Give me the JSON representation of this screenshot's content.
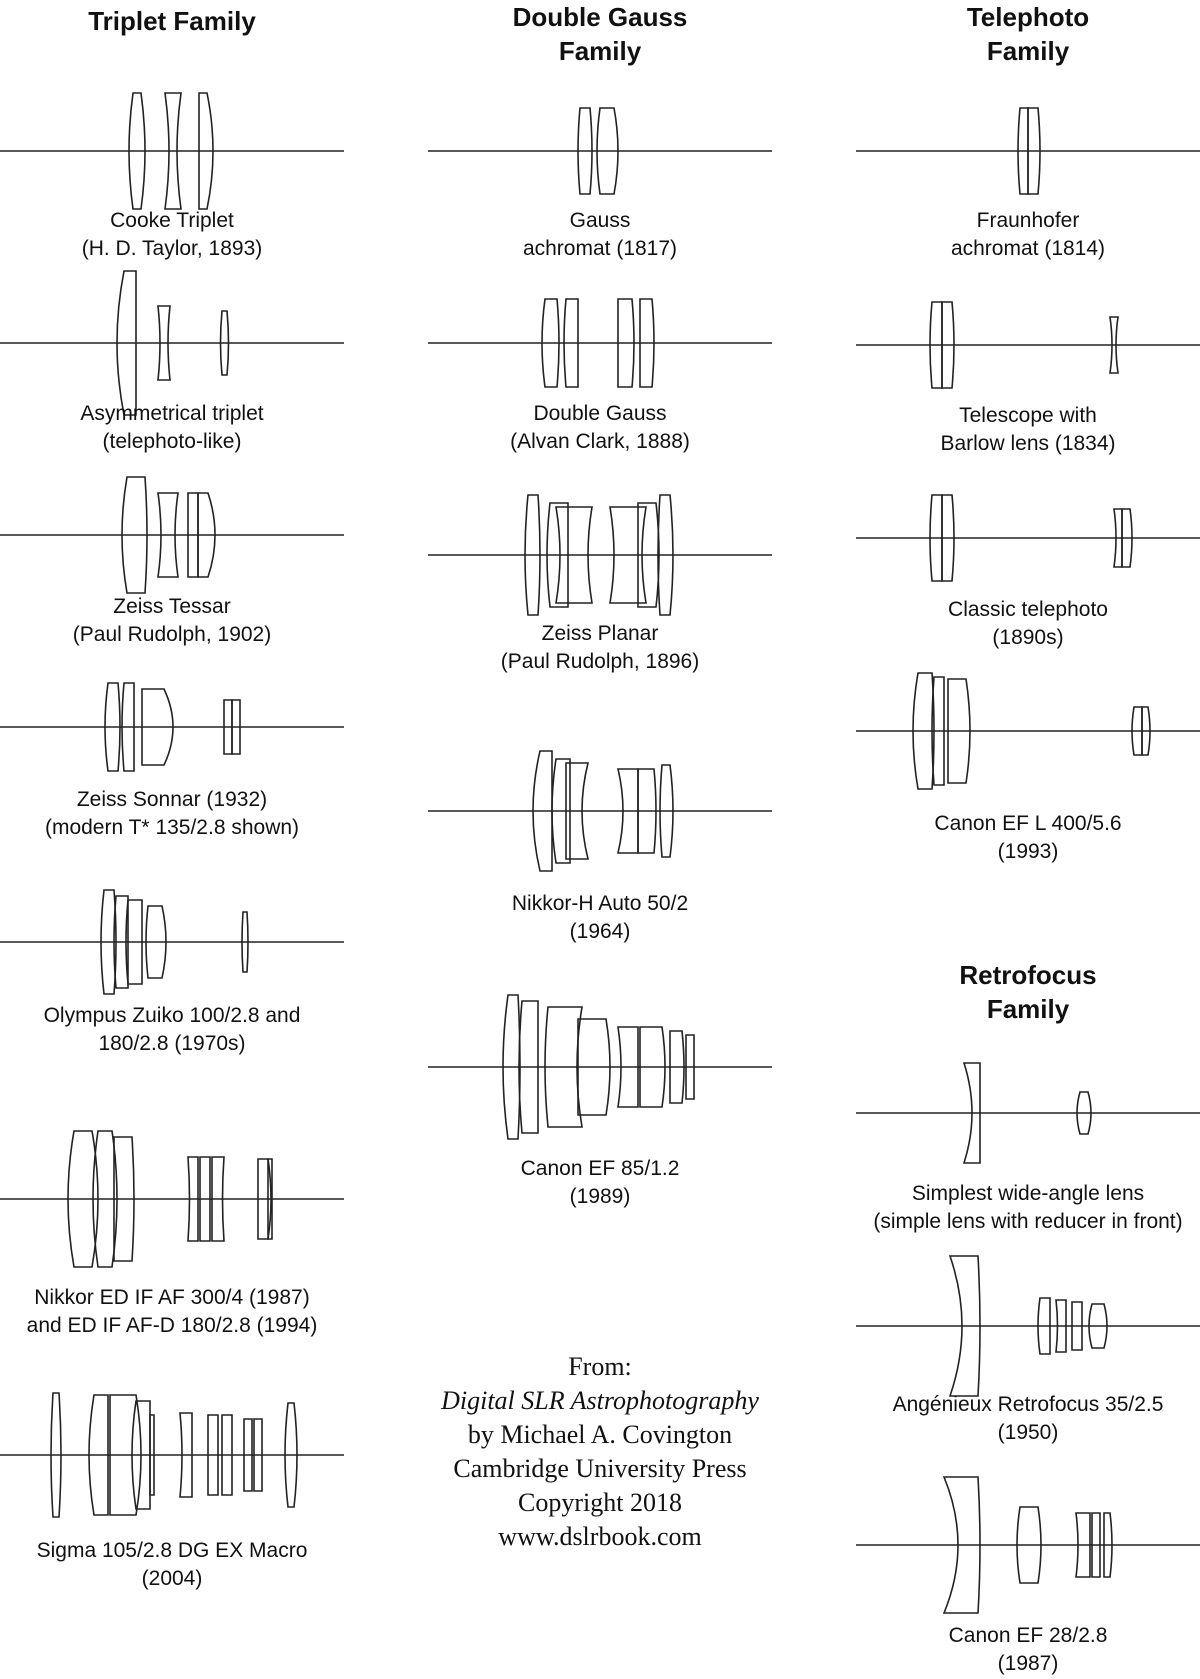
{
  "families": {
    "triplet": {
      "title": "Triplet Family"
    },
    "gauss": {
      "title_line1": "Double Gauss",
      "title_line2": "Family"
    },
    "tele": {
      "title_line1": "Telephoto",
      "title_line2": "Family"
    },
    "retro": {
      "title_line1": "Retrofocus",
      "title_line2": "Family"
    }
  },
  "captions": {
    "cooke": [
      "Cooke Triplet",
      "(H. D. Taylor, 1893)"
    ],
    "asym": [
      "Asymmetrical triplet",
      "(telephoto-like)"
    ],
    "tessar": [
      "Zeiss Tessar",
      "(Paul Rudolph, 1902)"
    ],
    "sonnar": [
      "Zeiss Sonnar (1932)",
      "(modern T* 135/2.8 shown)"
    ],
    "zuiko": [
      "Olympus Zuiko 100/2.8 and",
      "180/2.8 (1970s)"
    ],
    "nikkor_ed": [
      "Nikkor ED IF AF 300/4 (1987)",
      "and ED IF AF-D 180/2.8 (1994)"
    ],
    "sigma": [
      "Sigma 105/2.8 DG EX Macro",
      "(2004)"
    ],
    "gauss_achro": [
      "Gauss",
      "achromat (1817)"
    ],
    "double_gauss": [
      "Double Gauss",
      "(Alvan Clark, 1888)"
    ],
    "planar": [
      "Zeiss Planar",
      "(Paul Rudolph, 1896)"
    ],
    "nikkor_h": [
      "Nikkor-H Auto 50/2",
      "(1964)"
    ],
    "canon85": [
      "Canon EF 85/1.2",
      "(1989)"
    ],
    "fraunhofer": [
      "Fraunhofer",
      "achromat (1814)"
    ],
    "barlow": [
      "Telescope with",
      "Barlow lens (1834)"
    ],
    "classic_tele": [
      "Classic telephoto",
      "(1890s)"
    ],
    "canon400": [
      "Canon EF L 400/5.6",
      "(1993)"
    ],
    "wide": [
      "Simplest wide-angle lens",
      "(simple lens with reducer in front)"
    ],
    "angenieux": [
      "Angénieux Retrofocus 35/2.5",
      "(1950)"
    ],
    "canon28": [
      "Canon EF 28/2.8",
      "(1987)"
    ]
  },
  "source": {
    "from": "From:",
    "book": "Digital SLR Astrophotography",
    "author": "by Michael A. Covington",
    "publisher": "Cambridge University Press",
    "copyright": "Copyright 2018",
    "url": "www.dslrbook.com"
  }
}
